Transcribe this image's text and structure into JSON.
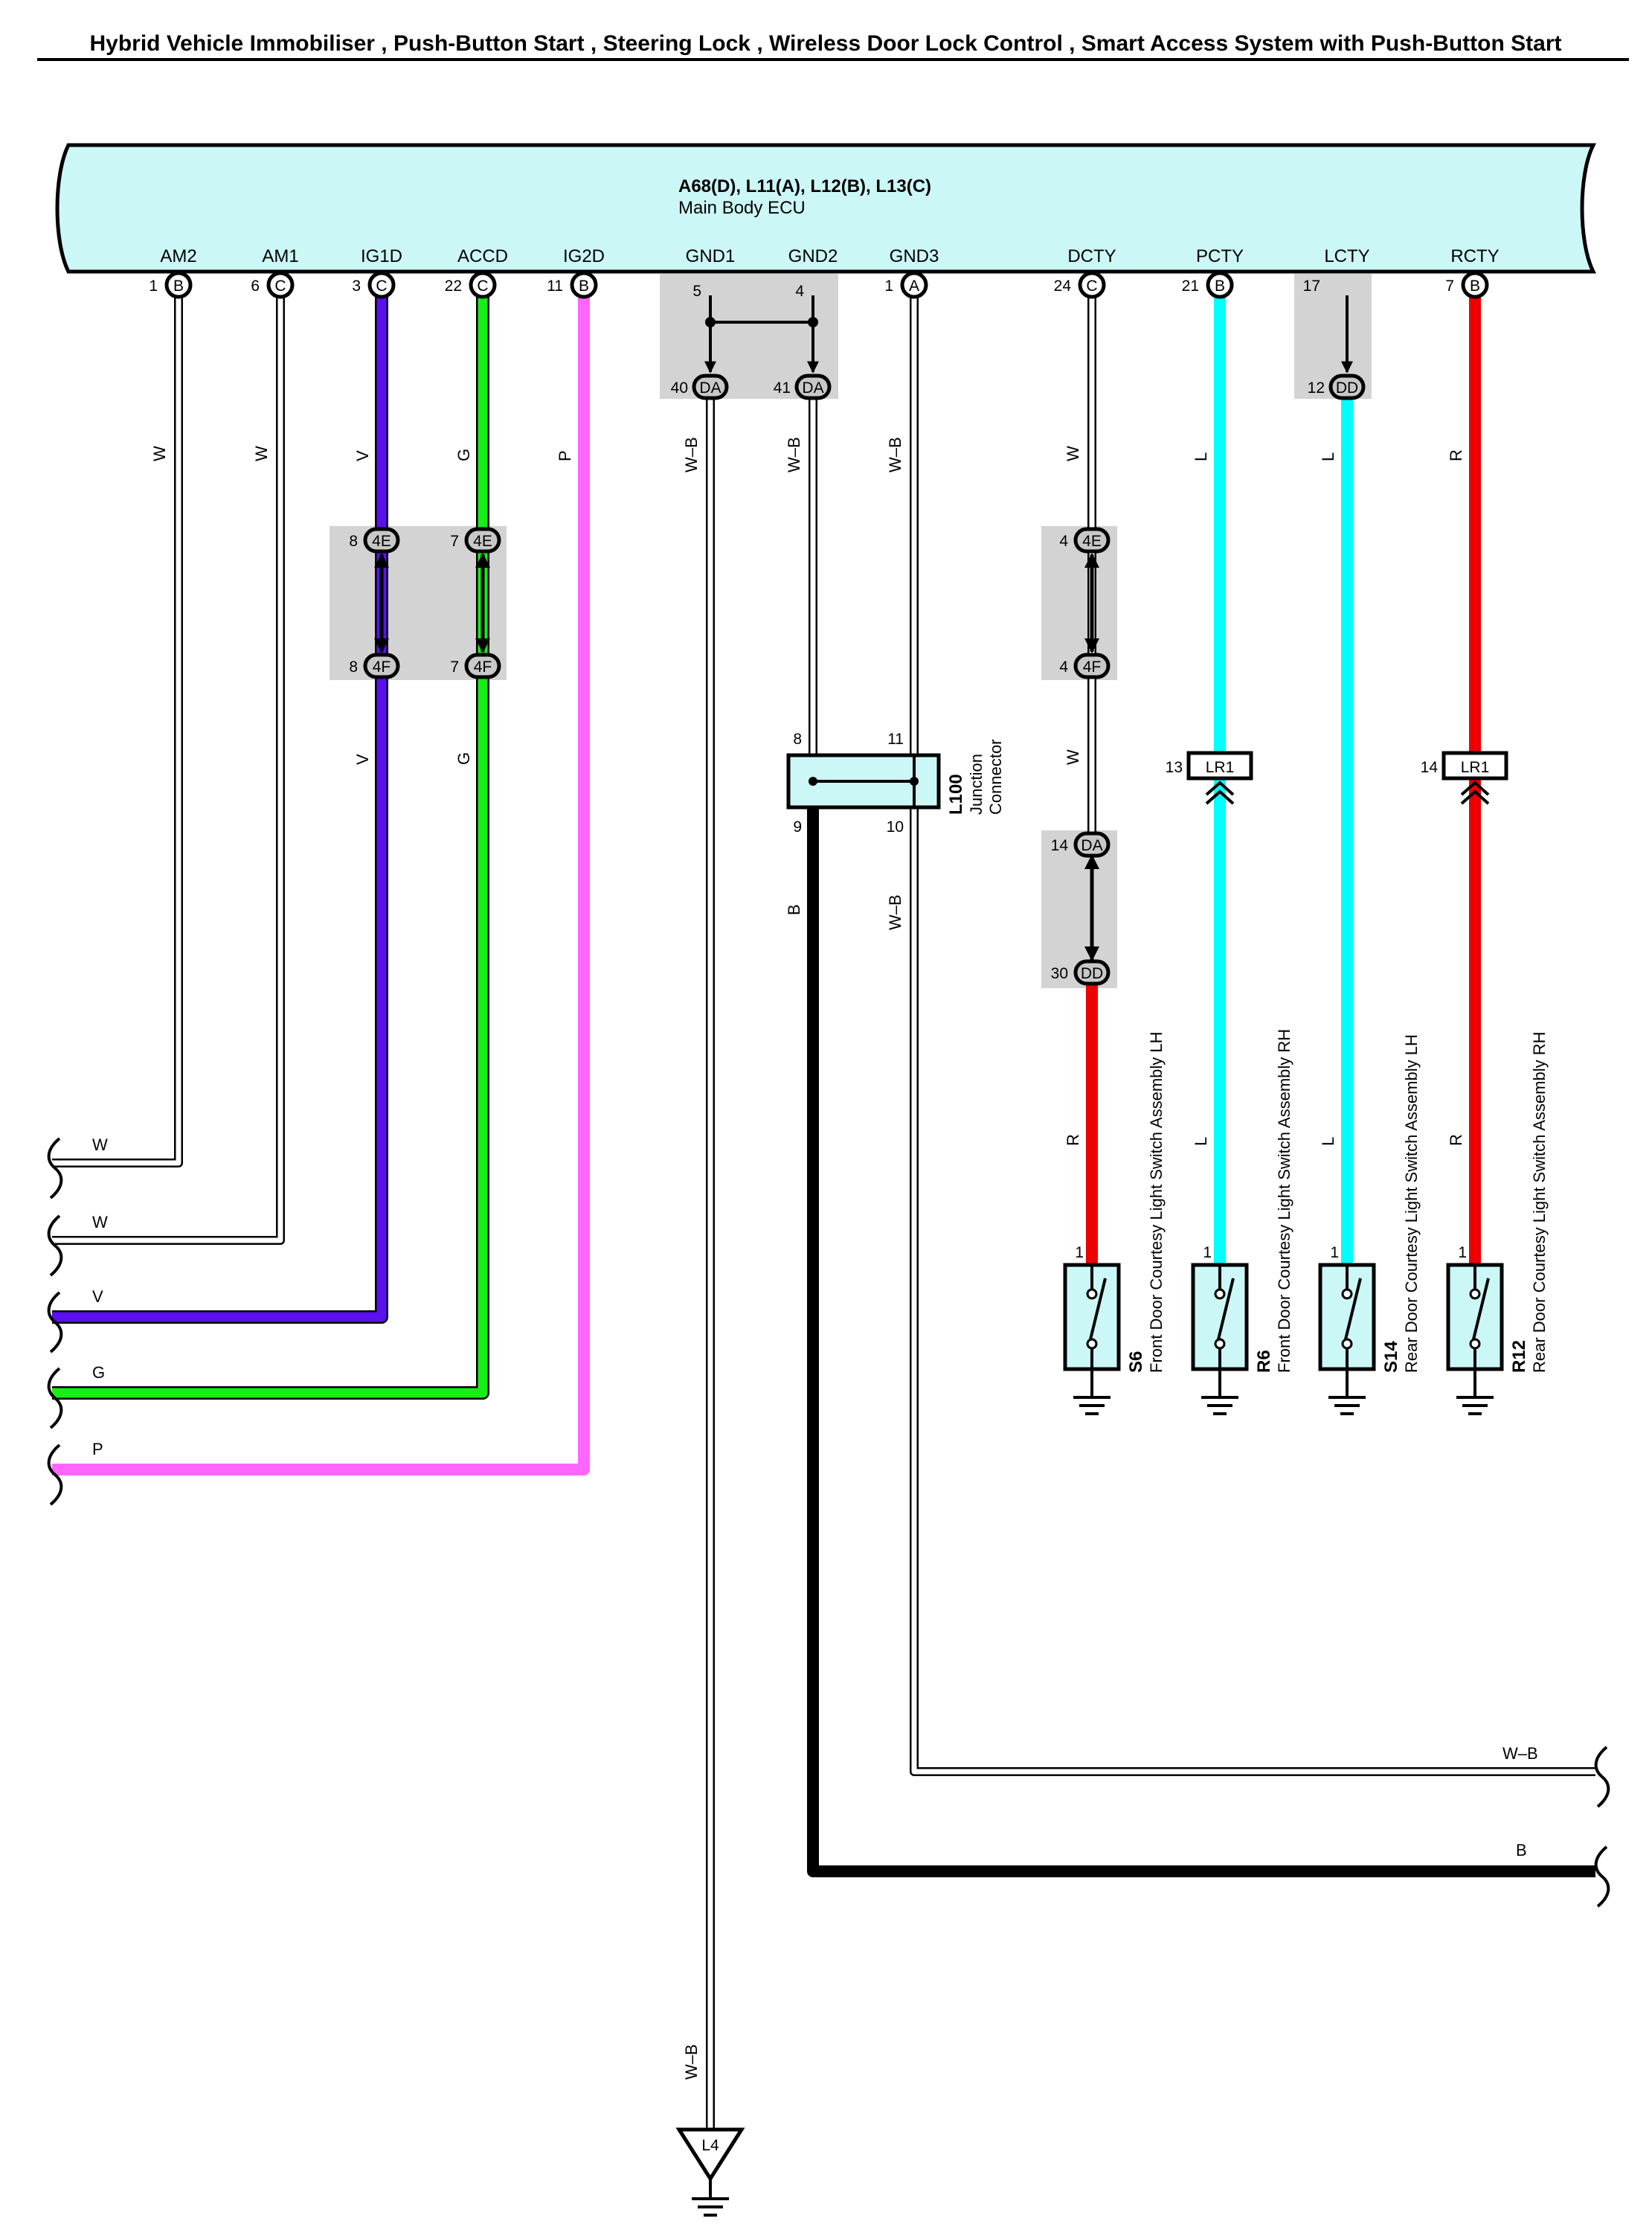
{
  "title": "Hybrid Vehicle Immobiliser , Push-Button Start , Steering Lock , Wireless Door Lock Control , Smart Access System with Push-Button Start",
  "ecu": {
    "codes": "A68(D), L11(A), L12(B), L13(C)",
    "name": "Main Body ECU"
  },
  "colors": {
    "ecu_fill": "#ccf7f7",
    "gray_box": "#d3d3d3",
    "W": "#ffffff",
    "V": "#5a10f0",
    "G": "#16ee16",
    "P": "#ff66ff",
    "L": "#00ffff",
    "R": "#ee0000",
    "B": "#000000"
  },
  "terminals": [
    {
      "name": "AM2",
      "pin": "1",
      "conn": "B"
    },
    {
      "name": "AM1",
      "pin": "6",
      "conn": "C"
    },
    {
      "name": "IG1D",
      "pin": "3",
      "conn": "C"
    },
    {
      "name": "ACCD",
      "pin": "22",
      "conn": "C"
    },
    {
      "name": "IG2D",
      "pin": "11",
      "conn": "B"
    },
    {
      "name": "GND1",
      "pin": "5",
      "conn": ""
    },
    {
      "name": "GND2",
      "pin": "4",
      "conn": ""
    },
    {
      "name": "GND3",
      "pin": "1",
      "conn": "A"
    },
    {
      "name": "DCTY",
      "pin": "24",
      "conn": "C"
    },
    {
      "name": "PCTY",
      "pin": "21",
      "conn": "B"
    },
    {
      "name": "LCTY",
      "pin": "17",
      "conn": ""
    },
    {
      "name": "RCTY",
      "pin": "7",
      "conn": "B"
    }
  ],
  "splice_connectors": [
    {
      "pin": "40",
      "conn": "DA"
    },
    {
      "pin": "41",
      "conn": "DA"
    },
    {
      "pin": "12",
      "conn": "DD"
    },
    {
      "pin": "8",
      "conn": "4E"
    },
    {
      "pin": "7",
      "conn": "4E"
    },
    {
      "pin": "8",
      "conn": "4F"
    },
    {
      "pin": "7",
      "conn": "4F"
    },
    {
      "pin": "4",
      "conn": "4E"
    },
    {
      "pin": "4",
      "conn": "4F"
    },
    {
      "pin": "14",
      "conn": "DA"
    },
    {
      "pin": "30",
      "conn": "DD"
    }
  ],
  "inline_connectors": [
    {
      "pin": "13",
      "conn": "LR1"
    },
    {
      "pin": "14",
      "conn": "LR1"
    }
  ],
  "wire_labels": {
    "am2": "W",
    "am1": "W",
    "ig1d": "V",
    "ig1d_lower": "V",
    "accd": "G",
    "accd_lower": "G",
    "ig2d": "P",
    "gnd1": "W–B",
    "gnd2": "W–B",
    "gnd3": "W–B",
    "gnd2_lower": "B",
    "gnd3_lower": "W–B",
    "dcty": "W",
    "dcty_mid": "W",
    "dcty_lower": "R",
    "pcty": "L",
    "pcty_lower": "L",
    "lcty": "L",
    "lcty_lower": "L",
    "rcty": "R",
    "rcty_lower": "R",
    "gnd1_bottom": "W–B",
    "left_w1": "W",
    "left_w2": "W",
    "left_v": "V",
    "left_g": "G",
    "left_p": "P",
    "right_wb": "W–B",
    "right_b": "B"
  },
  "junction": {
    "code": "L100",
    "name_line1": "Junction",
    "name_line2": "Connector",
    "pins": {
      "top_left": "8",
      "top_right": "11",
      "bottom_left": "9",
      "bottom_right": "10"
    }
  },
  "switches": [
    {
      "pin": "1",
      "code": "S6",
      "name": "Front Door Courtesy Light Switch Assembly LH"
    },
    {
      "pin": "1",
      "code": "R6",
      "name": "Front Door Courtesy Light Switch Assembly RH"
    },
    {
      "pin": "1",
      "code": "S14",
      "name": "Rear Door Courtesy Light Switch Assembly LH"
    },
    {
      "pin": "1",
      "code": "R12",
      "name": "Rear Door Courtesy Light Switch Assembly RH"
    }
  ],
  "ground_point": "L4"
}
